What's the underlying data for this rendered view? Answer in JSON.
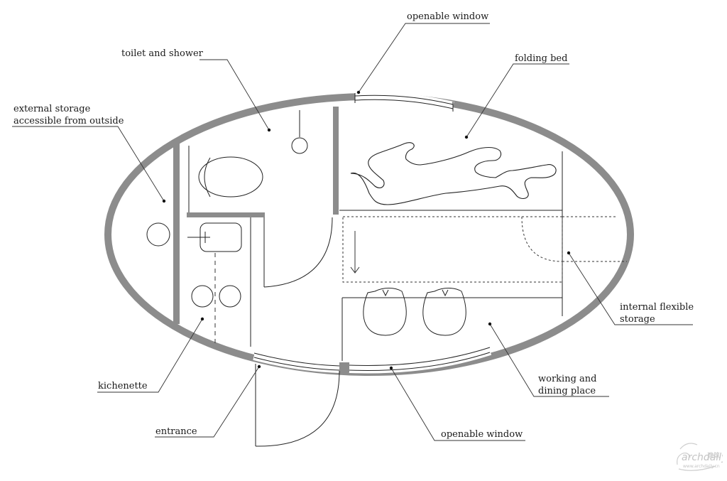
{
  "labels": {
    "openable_window_top": "openable window",
    "toilet_and_shower": "toilet and shower",
    "folding_bed": "folding bed",
    "external_storage_line1": "external storage",
    "external_storage_line2": "accessible from outside",
    "internal_storage_line1": "internal flexible",
    "internal_storage_line2": "storage",
    "working_dining_line1": "working and",
    "working_dining_line2": "dining place",
    "kichenette": "kichenette",
    "entrance": "entrance",
    "openable_window_bottom": "openable window"
  },
  "watermark": {
    "brand": "archdaily",
    "chinese": "建筑",
    "url": "www.archdaily.cn"
  },
  "colors": {
    "wall": "#8c8c8c",
    "line": "#222222",
    "background": "#ffffff"
  }
}
